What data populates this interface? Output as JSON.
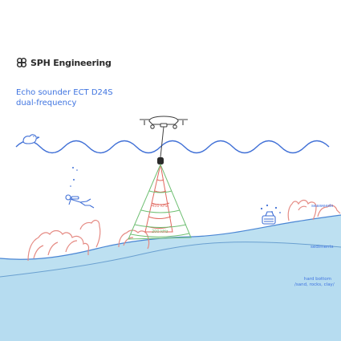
{
  "brand": {
    "name": "SPH Engineering",
    "logo_icon": "sph-logo-icon"
  },
  "title": {
    "line1": "Echo sounder ECT D24S",
    "line2": "dual-frequency"
  },
  "beam_labels": {
    "high": "450 kHz",
    "low": "200 kHz"
  },
  "layer_labels": {
    "seaweeds": "seaweeds",
    "sediments": "sediments",
    "hard_bottom_line1": "hard bottom",
    "hard_bottom_line2": "/sand, rocks, clay/"
  },
  "icons": [
    "drone-icon",
    "echo-sounder-icon",
    "duck-icon",
    "diver-icon",
    "shipwreck-icon"
  ],
  "colors": {
    "accent": "#3f74e0",
    "water_line": "#3f6fd6",
    "sediment": "#b9def0",
    "hard_bottom": "#7fb3dc",
    "seaweed": "#e58b84",
    "beam_450": "#e0685f",
    "beam_200": "#6fbf73",
    "text_dark": "#2a2a2a"
  }
}
